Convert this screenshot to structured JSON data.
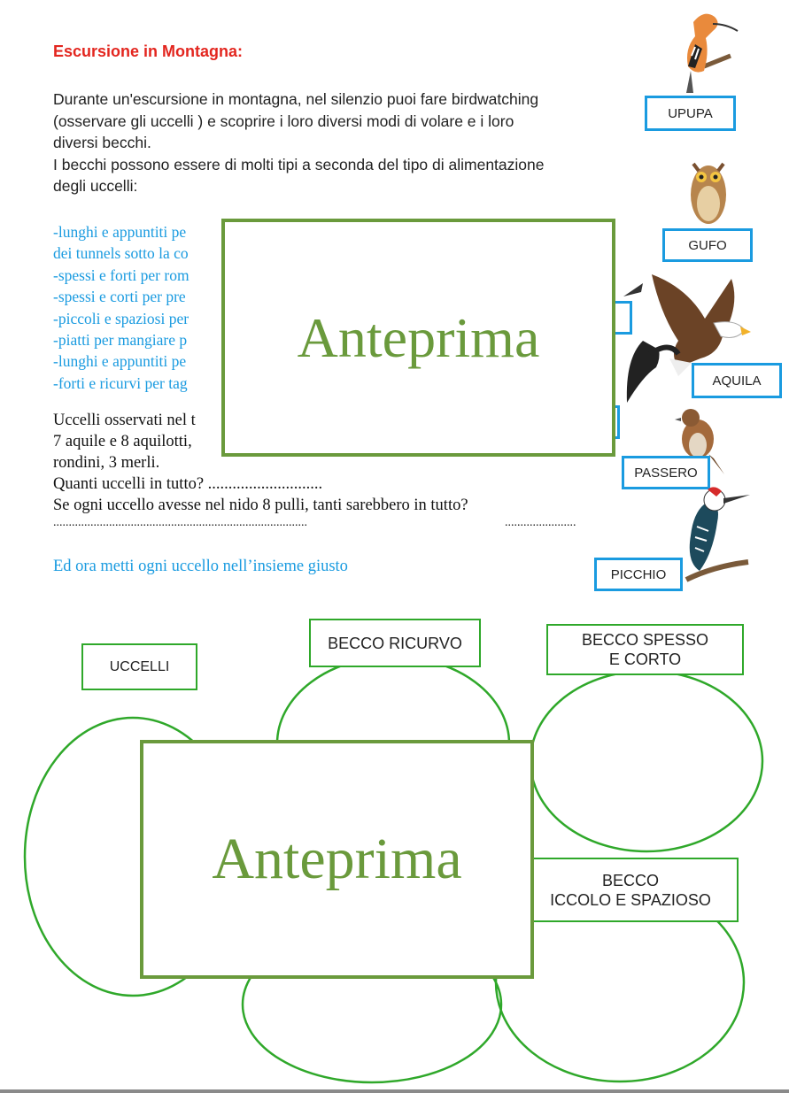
{
  "header": {
    "title": "Escursione in Montagna:"
  },
  "intro": [
    "Durante un'escursione in montagna, nel silenzio puoi fare birdwatching",
    "(osservare gli uccelli ) e scoprire i loro diversi modi di volare e i loro",
    "diversi becchi.",
    "I becchi possono essere di molti tipi a seconda del tipo di alimentazione",
    "degli uccelli:"
  ],
  "beak_list": [
    "-lunghi e appuntiti pe",
    "dei tunnels sotto la co",
    "-spessi e forti per rom",
    "-spessi e corti per pre",
    "-piccoli e spaziosi per",
    "-piatti per mangiare p",
    "-lunghi e appuntiti pe",
    "-forti e ricurvi per tag"
  ],
  "observed": [
    "Uccelli osservati nel t",
    "7 aquile e 8 aquilotti,",
    "rondini, 3 merli.",
    "Quanti uccelli in tutto? ............................",
    "Se ogni uccello avesse nel nido 8 pulli, tanti sarebbero in tutto?"
  ],
  "answer_dots": {
    "line": "..................................................................................",
    "total": "......................."
  },
  "instruction": "Ed ora metti ogni uccello nell’insieme giusto",
  "bird_labels": {
    "upupa": "UPUPA",
    "gufo": "GUFO",
    "aquila": "AQUILA",
    "passero": "PASSERO",
    "picchio": "PICCHIO"
  },
  "set_labels": {
    "uccelli": "UCCELLI",
    "becco_ricurvo": "BECCO RICURVO",
    "becco_spesso_1": "BECCO SPESSO",
    "becco_spesso_2": "E CORTO",
    "becco_piccolo_1": "BECCO",
    "becco_piccolo_2": "ICCOLO E SPAZIOSO"
  },
  "preview": {
    "text": "Anteprima"
  },
  "colors": {
    "title_red": "#e3261f",
    "list_blue": "#1a9be0",
    "set_green": "#2fa82a",
    "preview_green": "#6a9a3c"
  }
}
